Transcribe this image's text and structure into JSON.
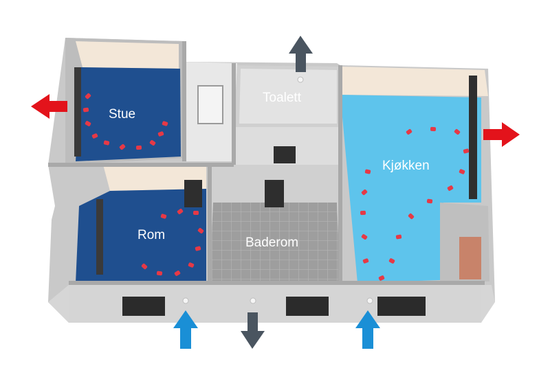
{
  "rooms": {
    "stue": "Stue",
    "toalett": "Toalett",
    "kjokken": "Kjøkken",
    "rom": "Rom",
    "baderom": "Baderom"
  },
  "colors": {
    "exhaust_arrow": "#4a5560",
    "supply_arrow": "#1a8fd6",
    "extract_arrow": "#e3131b",
    "airflow_dot": "#e63946",
    "floor_dark_blue": "#1d4d8c",
    "floor_light_blue": "#5ec4ec",
    "floor_tiles": "#9a9a9a",
    "wall": "#d9d9d9"
  },
  "legend_icons": {
    "exhaust_top": "arrow-up-icon",
    "exhaust_bottom": "arrow-down-icon",
    "supply": "arrow-up-icon",
    "extract": "arrow-right-icon"
  }
}
